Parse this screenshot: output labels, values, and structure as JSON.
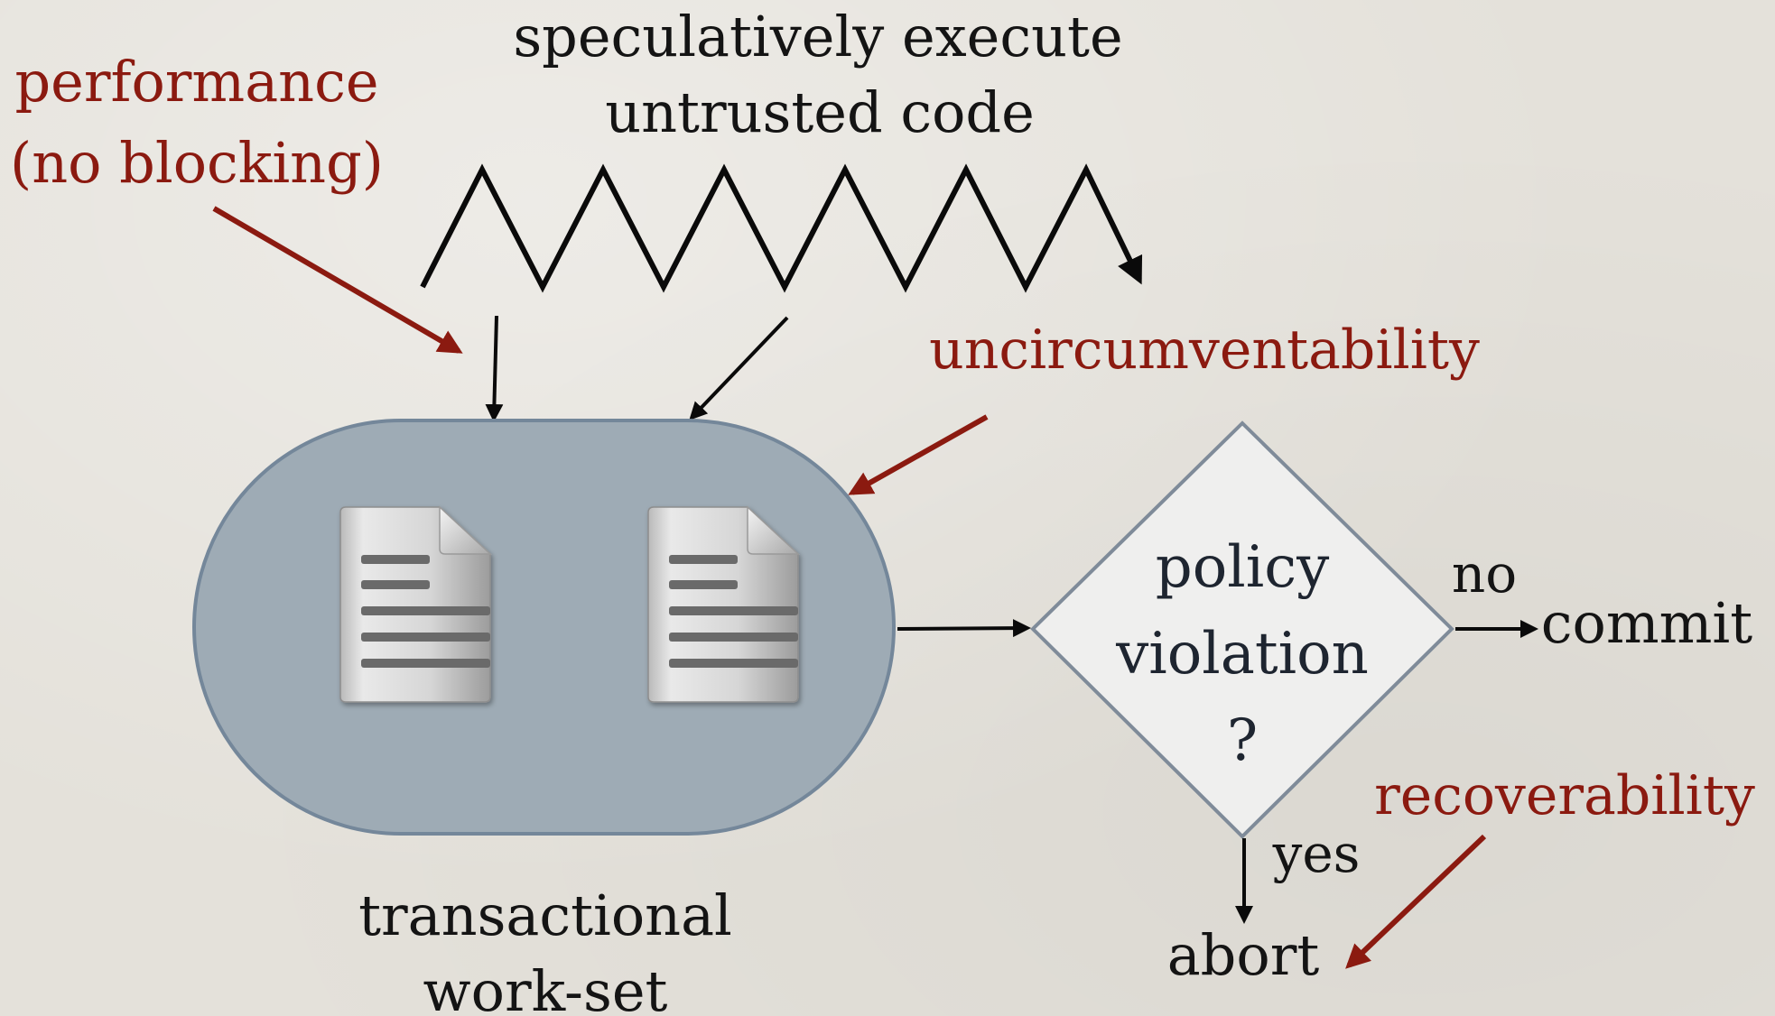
{
  "labels": {
    "speculative_line1": "speculatively execute",
    "speculative_line2": "untrusted code",
    "performance_line1": "performance",
    "performance_line2": "(no blocking)",
    "uncircumventability": "uncircumventability",
    "policy_line1": "policy",
    "policy_line2": "violation",
    "policy_line3": "?",
    "no": "no",
    "commit": "commit",
    "yes": "yes",
    "abort": "abort",
    "recoverability": "recoverability",
    "workset_line1": "transactional",
    "workset_line2": "work-set"
  },
  "colors": {
    "background": "#e4e1da",
    "property_label": "#8b1a10",
    "flow_label": "#141414",
    "workset_fill": "#9eabb5",
    "workset_stroke": "#74879a",
    "decision_fill": "#efefee",
    "decision_stroke": "#7f8b99"
  },
  "icons": {
    "document_1": "document-icon",
    "document_2": "document-icon",
    "execution_trace": "zigzag-arrow-icon"
  }
}
